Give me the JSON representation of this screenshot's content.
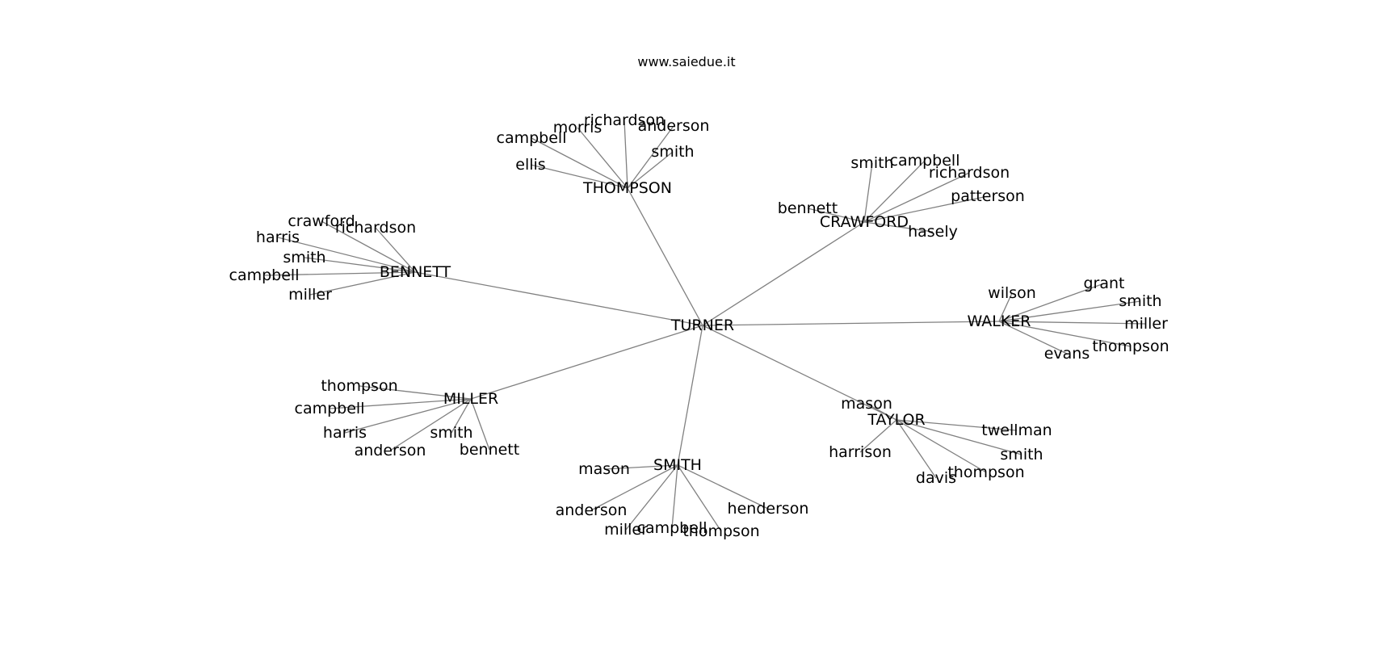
{
  "title": "www.saiedue.it",
  "graph": {
    "root": "TURNER",
    "hubs": [
      {
        "id": "thompson",
        "label": "THOMPSON",
        "children": [
          "ellis",
          "campbell",
          "morris",
          "richardson",
          "anderson",
          "smith"
        ]
      },
      {
        "id": "crawford",
        "label": "CRAWFORD",
        "children": [
          "smith",
          "campbell",
          "richardson",
          "patterson",
          "bennett",
          "hasely"
        ]
      },
      {
        "id": "bennett",
        "label": "BENNETT",
        "children": [
          "crawford",
          "richardson",
          "harris",
          "smith",
          "campbell",
          "miller"
        ]
      },
      {
        "id": "walker",
        "label": "WALKER",
        "children": [
          "wilson",
          "grant",
          "smith",
          "miller",
          "thompson",
          "evans"
        ]
      },
      {
        "id": "miller",
        "label": "MILLER",
        "children": [
          "thompson",
          "campbell",
          "harris",
          "anderson",
          "smith",
          "bennett"
        ]
      },
      {
        "id": "taylor",
        "label": "TAYLOR",
        "children": [
          "mason",
          "twellman",
          "smith",
          "thompson",
          "davis",
          "harrison"
        ]
      },
      {
        "id": "smith",
        "label": "SMITH",
        "children": [
          "mason",
          "anderson",
          "miller",
          "campbell",
          "thompson",
          "henderson"
        ]
      }
    ]
  }
}
